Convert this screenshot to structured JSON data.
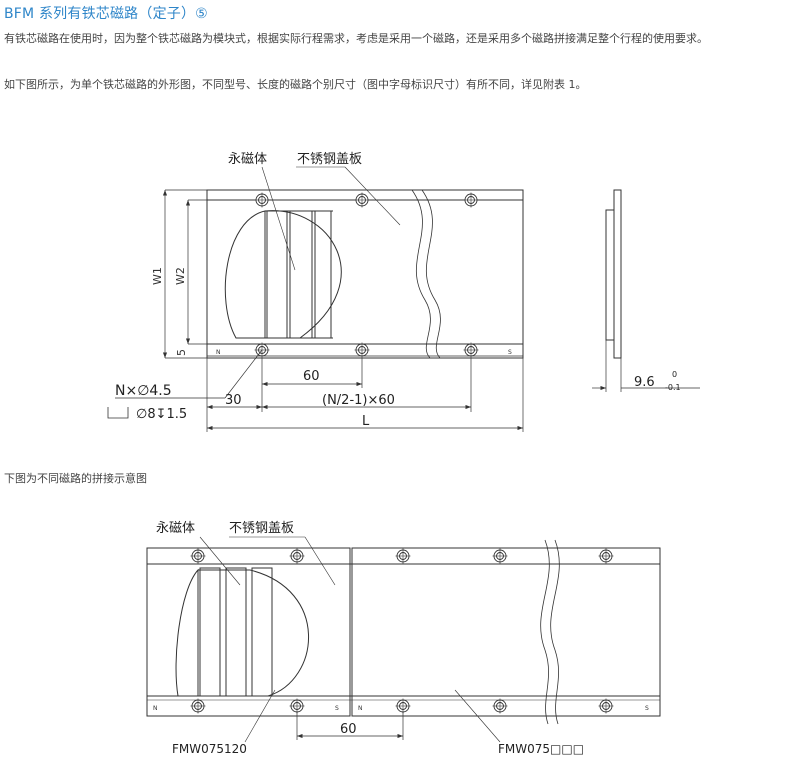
{
  "header": {
    "title": "BFM 系列有铁芯磁路（定子）⑤",
    "paragraph1": "有铁芯磁路在使用时，因为整个铁芯磁路为模块式，根据实际行程需求，考虑是采用一个磁路，还是采用多个磁路拼接满足整个行程的使用要求。",
    "paragraph2": "如下图所示，为单个铁芯磁路的外形图，不同型号、长度的磁路个别尺寸（图中字母标识尺寸）有所不同，详见附表 1。"
  },
  "diagram1": {
    "label_magnet": "永磁体",
    "label_cover": "不锈钢盖板",
    "dim_w1": "W1",
    "dim_w2": "W2",
    "dim_5": "5",
    "dim_hole": "N×∅4.5",
    "dim_cbore": "∅8↧1.5",
    "dim_60": "60",
    "dim_30": "30",
    "dim_n": "(N/2-1)×60",
    "dim_l": "L",
    "dim_thick": "9.6",
    "tol_upper": "0",
    "tol_lower": "-0.1",
    "pole_n": "N",
    "pole_s": "S"
  },
  "caption2": "下图为不同磁路的拼接示意图",
  "diagram2": {
    "label_magnet": "永磁体",
    "label_cover": "不锈钢盖板",
    "dim_60": "60",
    "part_a": "FMW075120",
    "part_b": "FMW075□□□",
    "pole_n": "N",
    "pole_s": "S"
  }
}
